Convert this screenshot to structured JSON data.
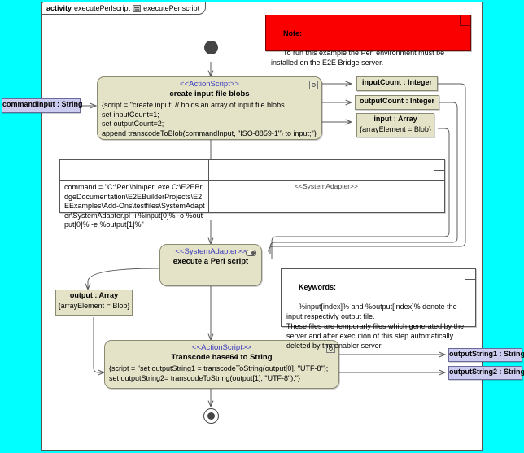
{
  "diagram": {
    "frame_tab": {
      "keyword": "activity",
      "name": "executePerlscript",
      "icon_name": "diagram-icon",
      "second_name": "executePerlscript"
    },
    "background_color": "#00ffff",
    "canvas_color": "#ffffff"
  },
  "notes": {
    "warning": {
      "title": "Note:",
      "body": "To run this example the Perl environment must be installed on the E2E Bridge server.",
      "color": "#fb0000"
    },
    "keywords": {
      "title": "Keywords:",
      "body": "%input[index]% and %output[index]% denote the input respectivly output file.\nThese files are temporarly files which generated by the server and after execution of this step automatically deleted by the enabler server."
    },
    "system_adapter": {
      "stereotype": "<<SystemAdapter>>",
      "command": "command = \"C:\\Perl\\bin\\perl.exe C:\\E2EBridgeDocumentation\\E2EBuilderProjects\\E2EExamples\\Add-Ons\\testfiles\\SystemAdapter\\SystemAdapter.pl -i %input[0]% -o %output[0]% -e %output[1]%\""
    }
  },
  "actions": {
    "create_input": {
      "stereotype": "<<ActionScript>>",
      "title": "create input file blobs",
      "script": "{script = \"create input; // holds an array of input file blobs\nset inputCount=1;\nset outputCount=2;\nappend transcodeToBlob(commandInput, \"ISO-8859-1\") to input;\"}",
      "badge_name": "action-script-badge"
    },
    "execute_perl": {
      "stereotype": "<<SystemAdapter>>",
      "title": "execute a Perl script",
      "badge_name": "system-adapter-pin-badge"
    },
    "transcode": {
      "stereotype": "<<ActionScript>>",
      "title": "Transcode base64 to String",
      "script": "{script = \"set outputString1 = transcodeToString(output[0], \"UTF-8\");\nset outputString2= transcodeToString(output[1], \"UTF-8\");\"}",
      "badge_name": "action-script-badge"
    }
  },
  "objects": {
    "command_input": {
      "label": "commandInput : String",
      "kind": "parameter"
    },
    "input_count": {
      "label": "inputCount : Integer",
      "kind": "variable"
    },
    "output_count": {
      "label": "outputCount : Integer",
      "kind": "variable"
    },
    "input_array": {
      "label": "input : Array",
      "sub": "{arrayElement = Blob}",
      "kind": "variable"
    },
    "output_array": {
      "label": "output : Array",
      "sub": "{arrayElement = Blob}",
      "kind": "variable"
    },
    "output_string_1": {
      "label": "outputString1 : String",
      "kind": "parameter"
    },
    "output_string_2": {
      "label": "outputString2 : String",
      "kind": "parameter"
    }
  },
  "control_nodes": {
    "initial": "initial-node",
    "final": "activity-final-node"
  }
}
